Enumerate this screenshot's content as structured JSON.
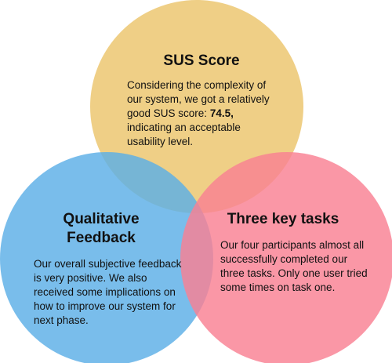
{
  "colors": {
    "sus_circle": "#EBC46B",
    "qualitative_circle": "#5BAEE6",
    "tasks_circle": "#F98092"
  },
  "sus": {
    "title": "SUS Score",
    "body_before": "Considering the complexity of our system, we got a relatively good SUS score: ",
    "body_value": "74.5,",
    "body_after": " indicating an acceptable usability level."
  },
  "qualitative": {
    "title": "Qualitative Feedback",
    "body": "Our overall subjective feedback is very positive. We also received some implications on how to improve our system for next phase."
  },
  "tasks": {
    "title": "Three key tasks",
    "body": "Our four participants almost all successfully completed our three tasks. Only one user tried some times on task one."
  }
}
